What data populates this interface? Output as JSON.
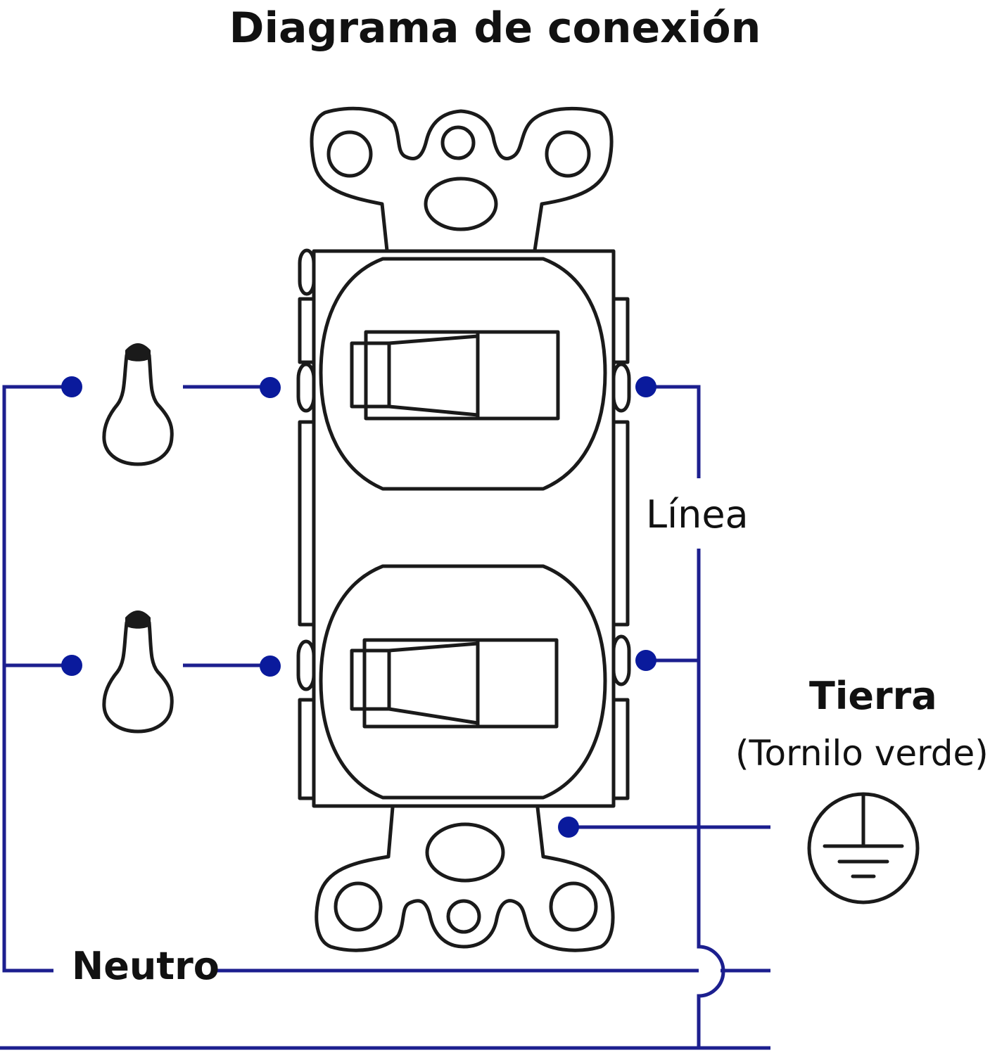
{
  "title": "Diagrama de conexión",
  "labels": {
    "line": "Línea",
    "ground": "Tierra",
    "ground_detail": "(Tornilo verde)",
    "neutral": "Neutro"
  },
  "colors": {
    "wire": "#1c1f8f",
    "node": "#0a1a9c",
    "outline": "#1a1a1a"
  },
  "icons": [
    "light-bulb-icon",
    "light-bulb-icon",
    "ground-symbol-icon"
  ]
}
